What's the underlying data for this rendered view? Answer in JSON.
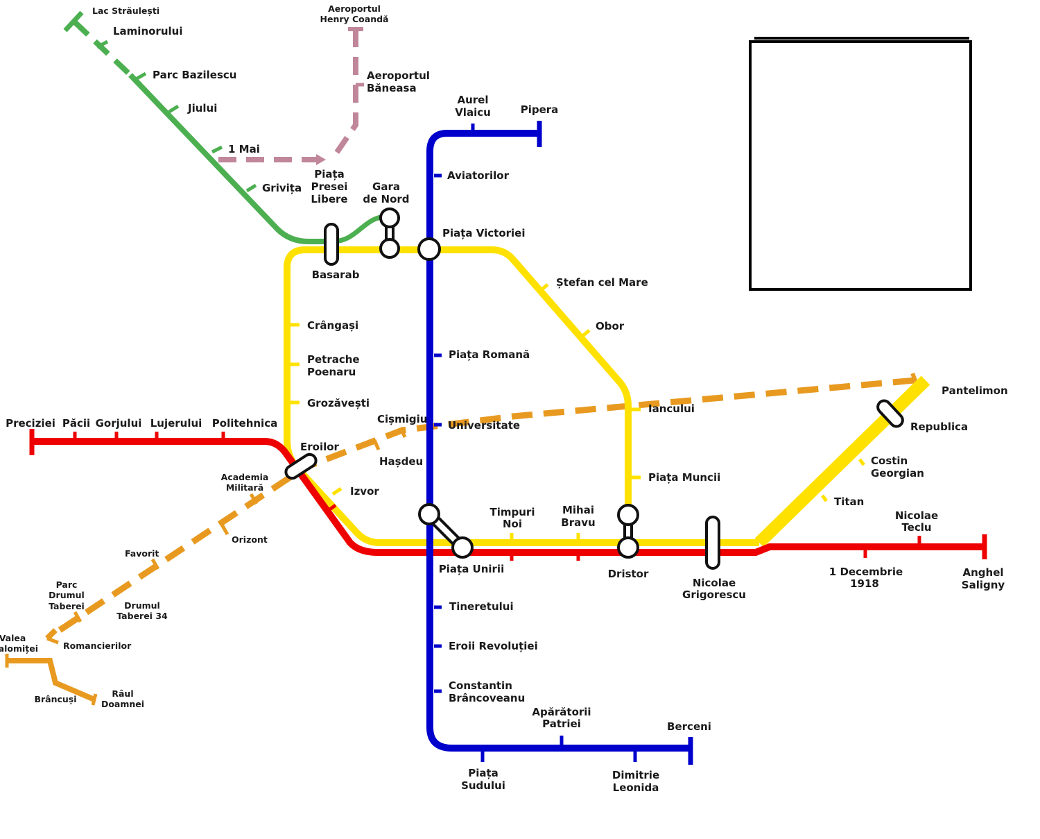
{
  "colors": {
    "M1": "#ffe100",
    "M2": "#0000cc",
    "M3": "#ee0000",
    "M4": "#4caf50",
    "M5": "#e89a20",
    "M6": "#c08699"
  },
  "lines": {
    "M4": [
      "Lac Străulești",
      "Laminorului",
      "Parc Bazilescu",
      "Jiului",
      "1 Mai",
      "Grivița",
      "Basarab",
      "Gara de Nord"
    ],
    "M6": [
      "Aeroportul Henry Coandă",
      "Aeroportul Băneasa",
      "1 Mai",
      "Piața Presei Libere"
    ],
    "M2": [
      "Pipera",
      "Aurel Vlaicu",
      "Aviatorilor",
      "Piața Victoriei",
      "Piața Romană",
      "Universitate",
      "Piața Unirii",
      "Tineretului",
      "Eroii Revoluției",
      "Constantin Brâncoveanu",
      "Piața Sudului",
      "Apărătorii Patriei",
      "Dimitrie Leonida",
      "Berceni"
    ],
    "M1": [
      "Pantelimon",
      "Republica",
      "Costin Georgian",
      "Titan",
      "Nicolae Grigorescu",
      "Dristor",
      "Mihai Bravu",
      "Timpuri Noi",
      "Piața Unirii",
      "Izvor",
      "Eroilor",
      "Grozăvești",
      "Petrache Poenaru",
      "Crângași",
      "Basarab",
      "Gara de Nord",
      "Piața Victoriei",
      "Ștefan cel Mare",
      "Obor",
      "Iancului",
      "Piața Muncii",
      "Dristor"
    ],
    "M3": [
      "Preciziei",
      "Păcii",
      "Gorjului",
      "Lujerului",
      "Politehnica",
      "Eroilor",
      "Izvor",
      "Piața Unirii",
      "Timpuri Noi",
      "Mihai Bravu",
      "Dristor",
      "Nicolae Grigorescu",
      "1 Decembrie 1918",
      "Nicolae Teclu",
      "Anghel Saligny"
    ],
    "M5": [
      "Valea Ialomiței",
      "Romancierilor",
      "Brâncuși",
      "Râul Doamnei",
      "Drumul Taberei 34",
      "Parc Drumul Taberei",
      "Favorit",
      "Orizont",
      "Academia Militară",
      "Eroilor",
      "Hașdeu",
      "Cișmigiu",
      "Universitate",
      "Iancului",
      "Pantelimon"
    ]
  },
  "labels": {
    "lac_straulesti": "Lac Străulești",
    "laminorului": "Laminorului",
    "parc_bazilescu": "Parc Bazilescu",
    "jiului": "Jiului",
    "unu_mai": "1 Mai",
    "grivita": "Grivița",
    "aeroport_coanda_1": "Aeroportul",
    "aeroport_coanda_2": "Henry Coandă",
    "aeroport_baneasa_1": "Aeroportul",
    "aeroport_baneasa_2": "Băneasa",
    "presei_1": "Piața",
    "presei_2": "Presei",
    "presei_3": "Libere",
    "gara_nord_1": "Gara",
    "gara_nord_2": "de Nord",
    "basarab": "Basarab",
    "aurel_vlaicu_1": "Aurel",
    "aurel_vlaicu_2": "Vlaicu",
    "pipera": "Pipera",
    "aviatorilor": "Aviatorilor",
    "piata_victoriei": "Piața Victoriei",
    "stefan_cel_mare": "Ștefan cel Mare",
    "obor": "Obor",
    "piata_romana": "Piața Romană",
    "iancului": "Iancului",
    "universitate": "Universitate",
    "cismigiu": "Cișmigiu",
    "hasdeu": "Hașdeu",
    "crangasi": "Crângași",
    "petrache_1": "Petrache",
    "petrache_2": "Poenaru",
    "grozavesti": "Grozăvești",
    "eroilor": "Eroilor",
    "izvor": "Izvor",
    "piata_muncii": "Piața Muncii",
    "pantelimon": "Pantelimon",
    "republica": "Republica",
    "costin_1": "Costin",
    "costin_2": "Georgian",
    "titan": "Titan",
    "nicolae_teclu_1": "Nicolae",
    "nicolae_teclu_2": "Teclu",
    "anghel_1": "Anghel",
    "anghel_2": "Saligny",
    "decembrie_1": "1 Decembrie",
    "decembrie_2": "1918",
    "grigorescu_1": "Nicolae",
    "grigorescu_2": "Grigorescu",
    "dristor": "Dristor",
    "mihai_bravu_1": "Mihai",
    "mihai_bravu_2": "Bravu",
    "timpuri_noi_1": "Timpuri",
    "timpuri_noi_2": "Noi",
    "piata_unirii": "Piața Unirii",
    "preciziei": "Preciziei",
    "pacii": "Păcii",
    "gorjului": "Gorjului",
    "lujerului": "Lujerului",
    "politehnica": "Politehnica",
    "academia_1": "Academia",
    "academia_2": "Militară",
    "orizont": "Orizont",
    "favorit": "Favorit",
    "parc_dt_1": "Parc",
    "parc_dt_2": "Drumul",
    "parc_dt_3": "Taberei",
    "dt34_1": "Drumul",
    "dt34_2": "Taberei 34",
    "valea_1": "Valea",
    "valea_2": "Ialomiței",
    "romancierilor": "Romancierilor",
    "brancusi": "Brâncuși",
    "raul_1": "Râul",
    "raul_2": "Doamnei",
    "tineretului": "Tineretului",
    "eroii_revolutiei": "Eroii Revoluției",
    "brancoveanu_1": "Constantin",
    "brancoveanu_2": "Brâncoveanu",
    "aparatorii_1": "Apărătorii",
    "aparatorii_2": "Patriei",
    "berceni": "Berceni",
    "piata_sudului_1": "Piața",
    "piata_sudului_2": "Sudului",
    "dimitrie_1": "Dimitrie",
    "dimitrie_2": "Leonida"
  }
}
